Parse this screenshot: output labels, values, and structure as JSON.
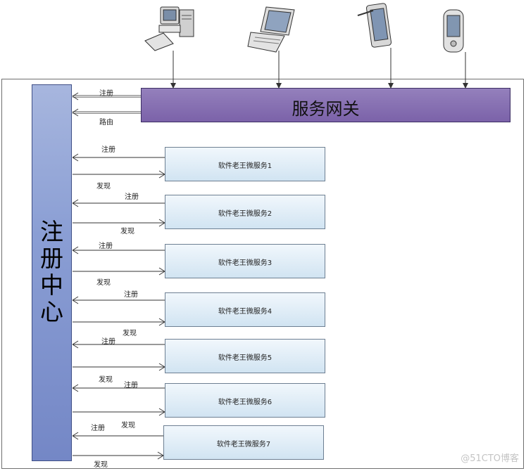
{
  "registry": {
    "title": "注\n册\n中\n心"
  },
  "gateway": {
    "title": "服务网关"
  },
  "gateway_links": {
    "register": "注册",
    "route": "路由"
  },
  "clients": [
    "desktop-computer-icon",
    "laptop-icon",
    "tablet-icon",
    "pda-icon"
  ],
  "services": [
    {
      "label": "软件老王微服务1",
      "register": "注册",
      "discover": "发现"
    },
    {
      "label": "软件老王微服务2",
      "register": "注册",
      "discover": "发现"
    },
    {
      "label": "软件老王微服务3",
      "register": "注册",
      "discover": "发现"
    },
    {
      "label": "软件老王微服务4",
      "register": "注册",
      "discover": "发现"
    },
    {
      "label": "软件老王微服务5",
      "register": "注册",
      "discover": "发现"
    },
    {
      "label": "软件老王微服务6",
      "register": "注册",
      "discover": "发现"
    },
    {
      "label": "软件老王微服务7",
      "register": "注册",
      "discover": "发现"
    }
  ],
  "watermark": "@51CTO博客"
}
